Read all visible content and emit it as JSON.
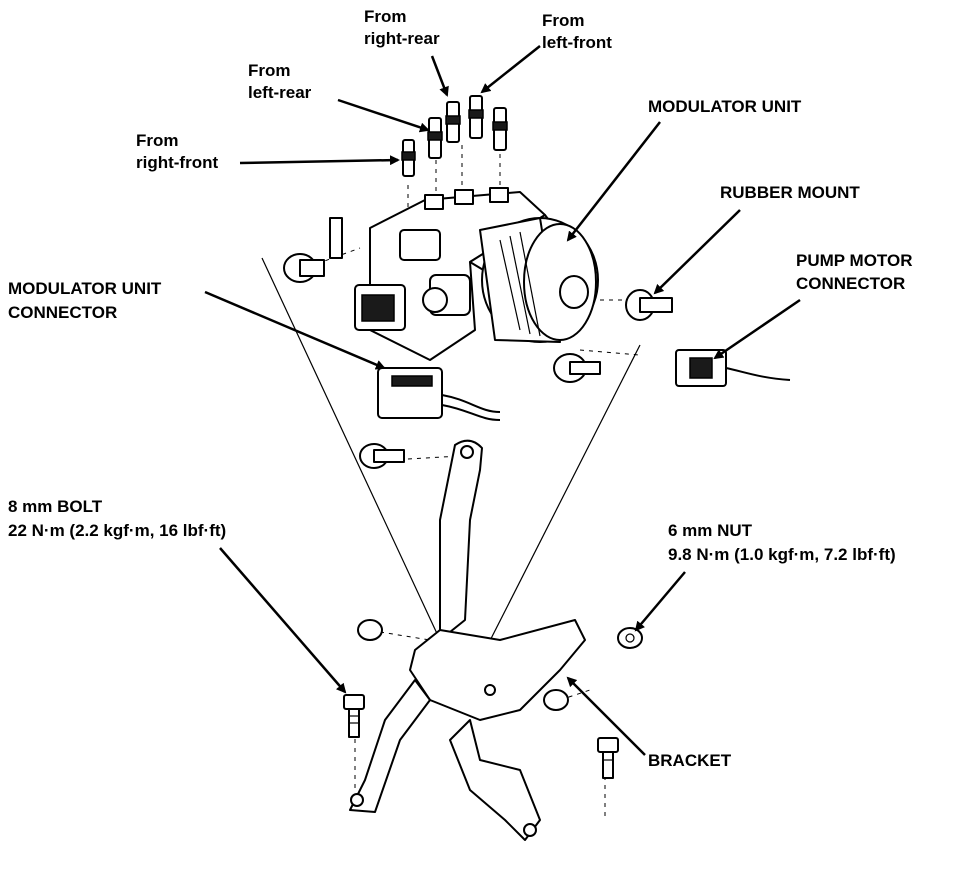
{
  "labels": {
    "from_right_rear": [
      "From",
      "right-rear"
    ],
    "from_left_front": [
      "From",
      "left-front"
    ],
    "from_left_rear": [
      "From",
      "left-rear"
    ],
    "from_right_front": [
      "From",
      "right-front"
    ],
    "modulator_unit": "MODULATOR UNIT",
    "rubber_mount": "RUBBER MOUNT",
    "pump_motor_connector": [
      "PUMP MOTOR",
      "CONNECTOR"
    ],
    "modulator_unit_connector": [
      "MODULATOR UNIT",
      "CONNECTOR"
    ],
    "bolt": [
      "8 mm BOLT",
      "22 N·m (2.2 kgf·m, 16 lbf·ft)"
    ],
    "nut": [
      "6 mm NUT",
      "9.8 N·m (1.0 kgf·m, 7.2 lbf·ft)"
    ],
    "bracket": "BRACKET"
  },
  "colors": {
    "ink": "#000000",
    "paper": "#ffffff"
  }
}
